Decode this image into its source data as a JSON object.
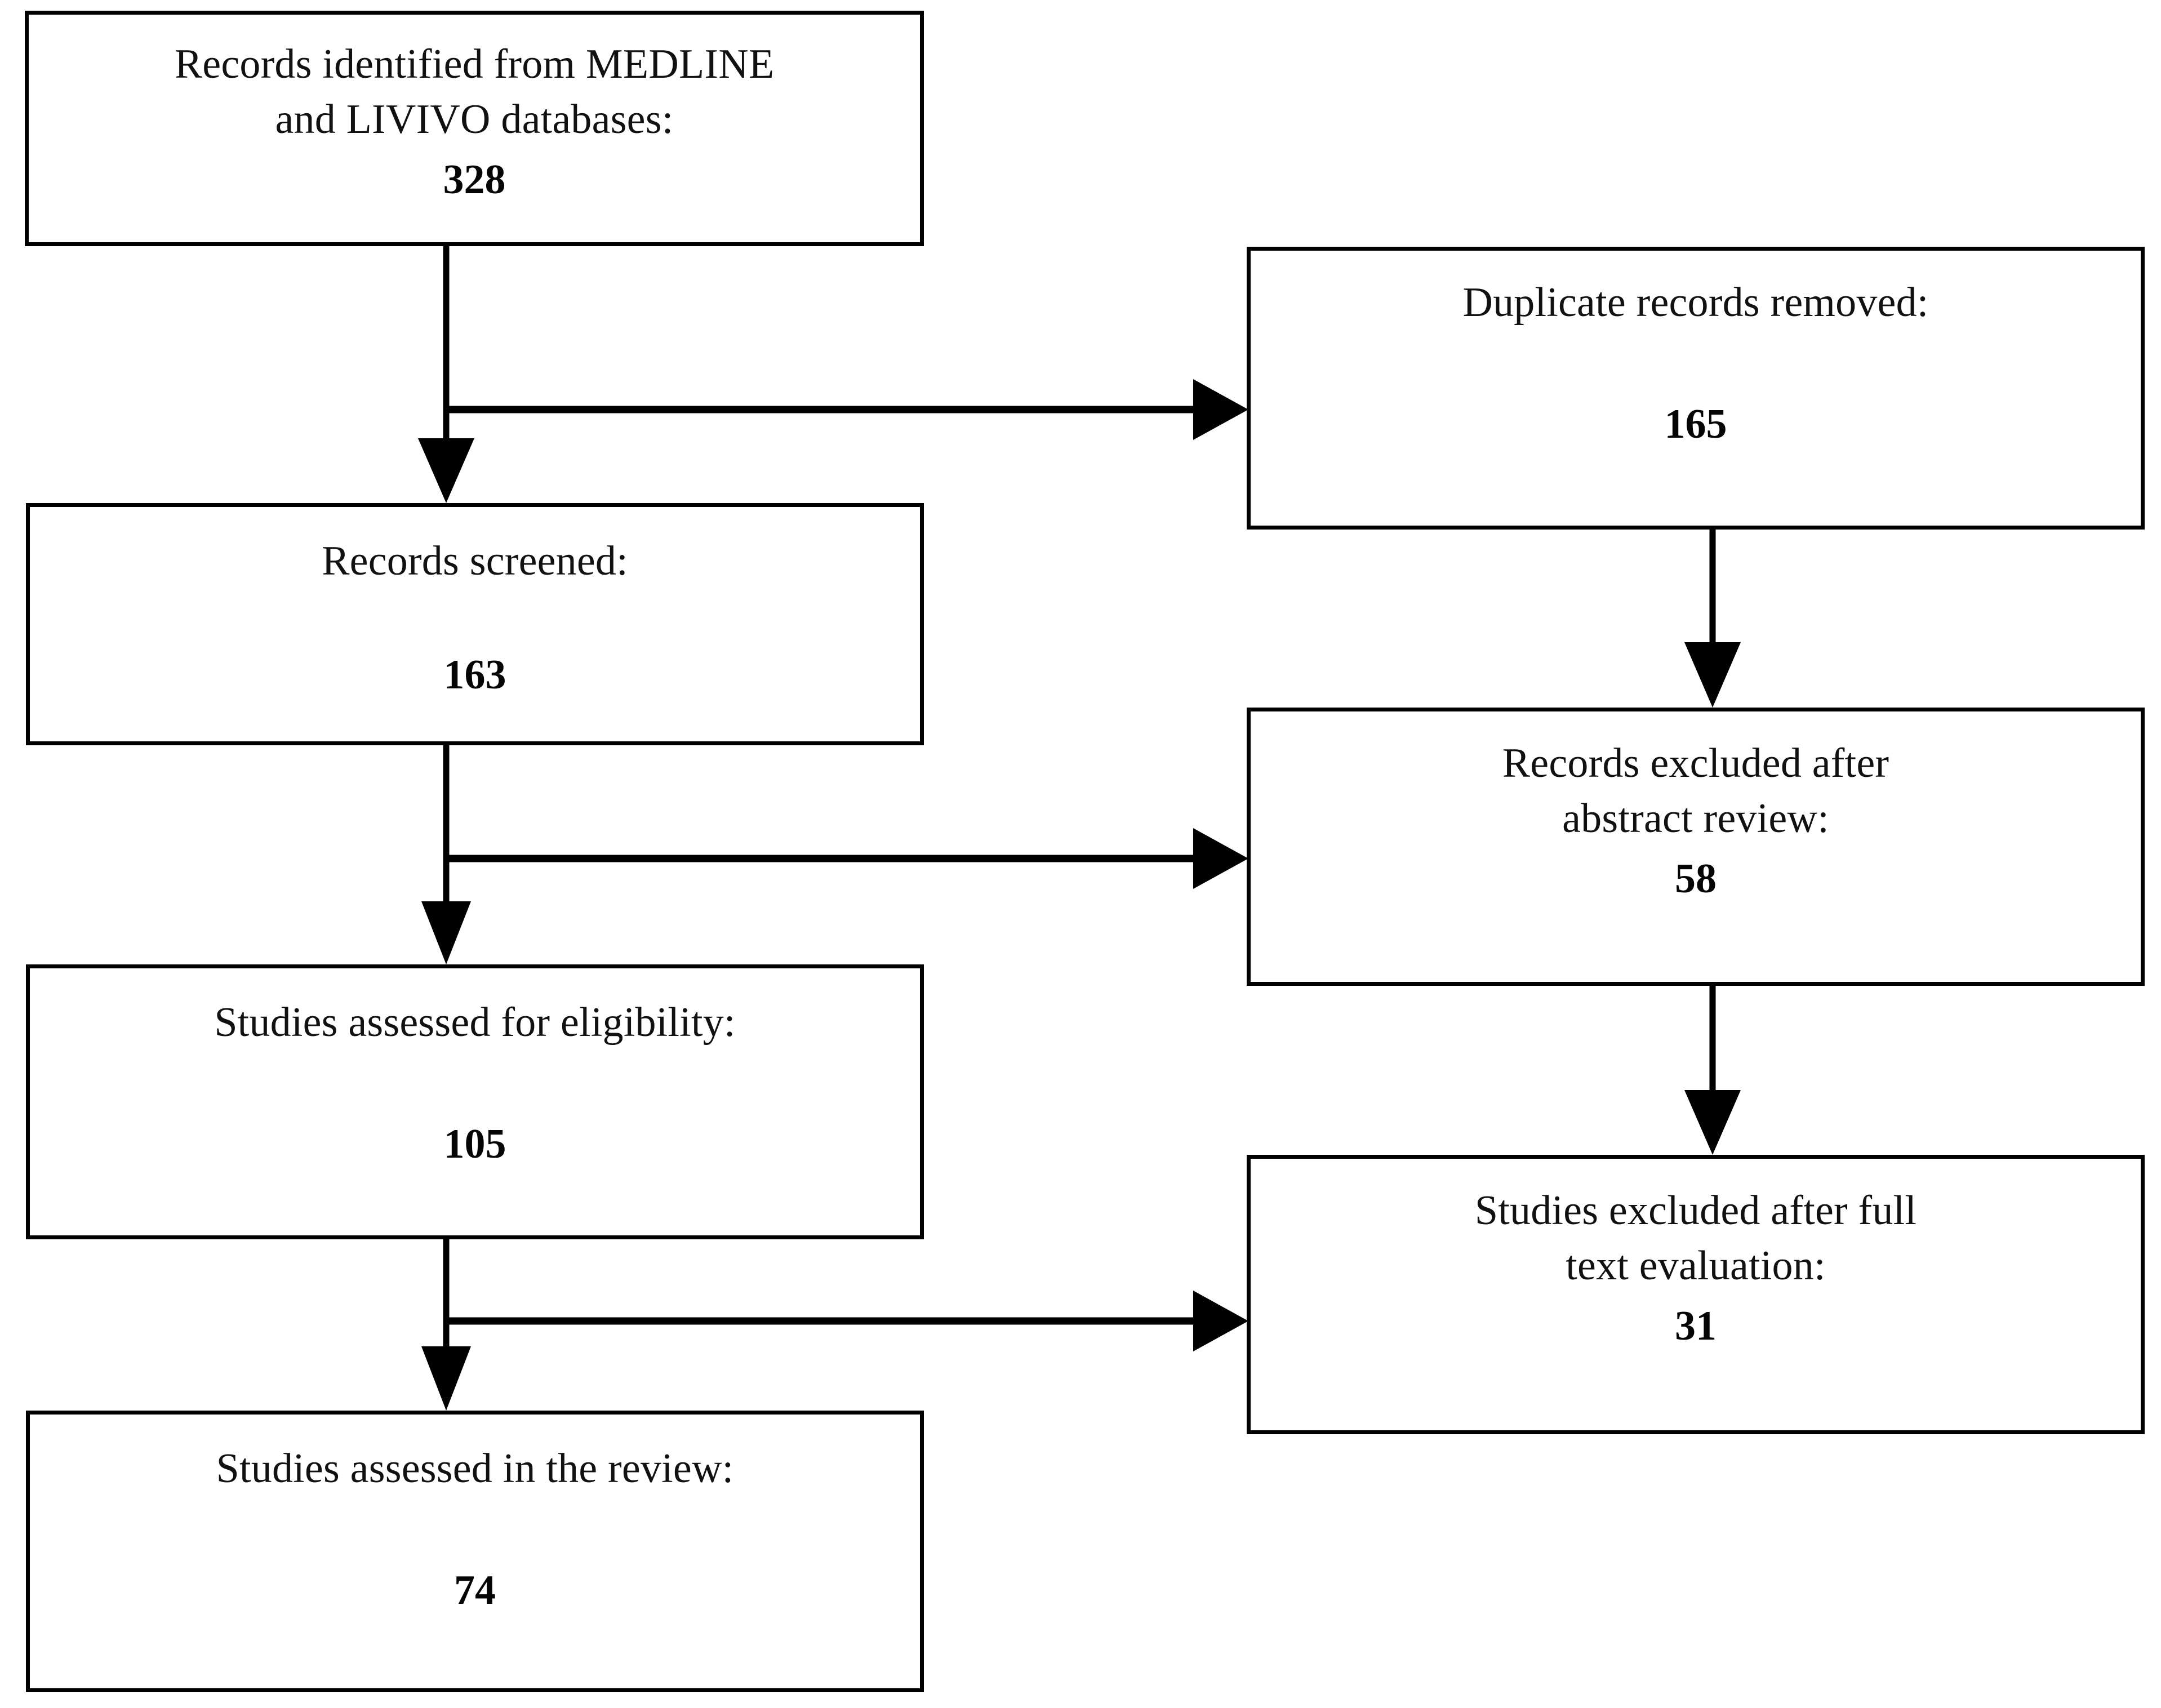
{
  "diagram": {
    "type": "prisma-flow-diagram",
    "orientation": "two-column-vertical",
    "stroke_color": "#000000",
    "background_color": "#ffffff",
    "text_color": "#111111"
  },
  "nodes": {
    "identified": {
      "label": "Records identified from MEDLINE\nand LIVIVO databases:",
      "count": "328"
    },
    "duplicates_removed": {
      "label": "Duplicate records removed:",
      "count": "165"
    },
    "screened": {
      "label": "Records screened:",
      "count": "163"
    },
    "excluded_abstract": {
      "label": "Records excluded after\nabstract review:",
      "count": "58"
    },
    "eligibility": {
      "label": "Studies assessed for eligibility:",
      "count": "105"
    },
    "excluded_fulltext": {
      "label": "Studies excluded after full\ntext evaluation:",
      "count": "31"
    },
    "included": {
      "label": "Studies assessed in the review:",
      "count": "74"
    }
  },
  "connectors": [
    {
      "name": "identified-to-screened",
      "kind": "arrow-down"
    },
    {
      "name": "identified-to-duplicates",
      "kind": "arrow-right"
    },
    {
      "name": "duplicates-to-excluded-abstract",
      "kind": "arrow-down"
    },
    {
      "name": "screened-to-eligibility",
      "kind": "arrow-down"
    },
    {
      "name": "screened-to-excluded-abstract",
      "kind": "arrow-right"
    },
    {
      "name": "excluded-abstract-to-excluded-fulltext",
      "kind": "arrow-down"
    },
    {
      "name": "eligibility-to-included",
      "kind": "arrow-down"
    },
    {
      "name": "eligibility-to-excluded-fulltext",
      "kind": "arrow-right"
    }
  ]
}
